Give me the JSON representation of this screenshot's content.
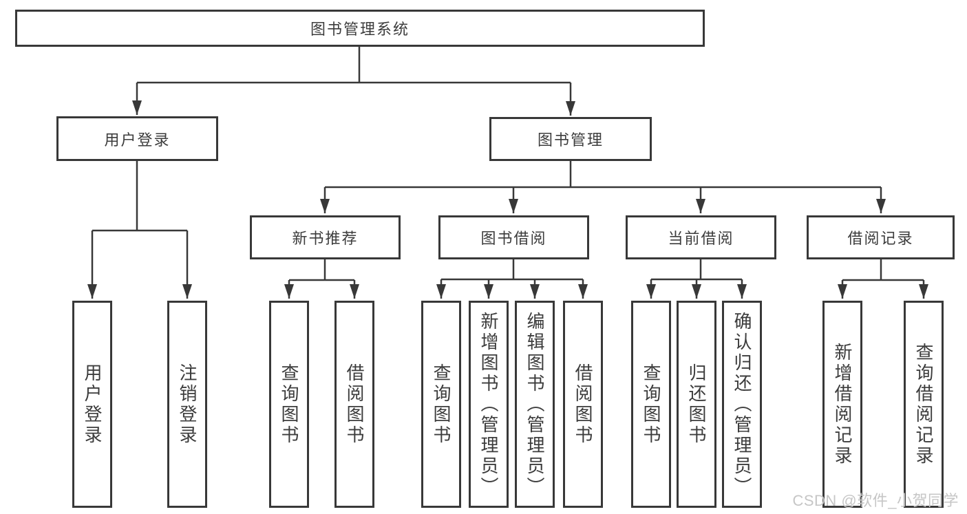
{
  "colors": {
    "line": "#383838",
    "box_border": "#383838",
    "text": "#3c3c3c",
    "background": "#ffffff",
    "watermark": "#c6c6c6"
  },
  "watermark": {
    "text": "CSDN @软件_小贺同学"
  },
  "tree": {
    "root": "图书管理系统",
    "branches": [
      {
        "label": "用户登录",
        "children": [
          "用户登录",
          "注销登录"
        ]
      },
      {
        "label": "图书管理",
        "sections": [
          {
            "label": "新书推荐",
            "children": [
              "查询图书",
              "借阅图书"
            ]
          },
          {
            "label": "图书借阅",
            "children": [
              "查询图书",
              "新增图书（管理员）",
              "编辑图书（管理员）",
              "借阅图书"
            ]
          },
          {
            "label": "当前借阅",
            "children": [
              "查询图书",
              "归还图书",
              "确认归还（管理员）"
            ]
          },
          {
            "label": "借阅记录",
            "children": [
              "新增借阅记录",
              "查询借阅记录"
            ]
          }
        ]
      }
    ]
  }
}
